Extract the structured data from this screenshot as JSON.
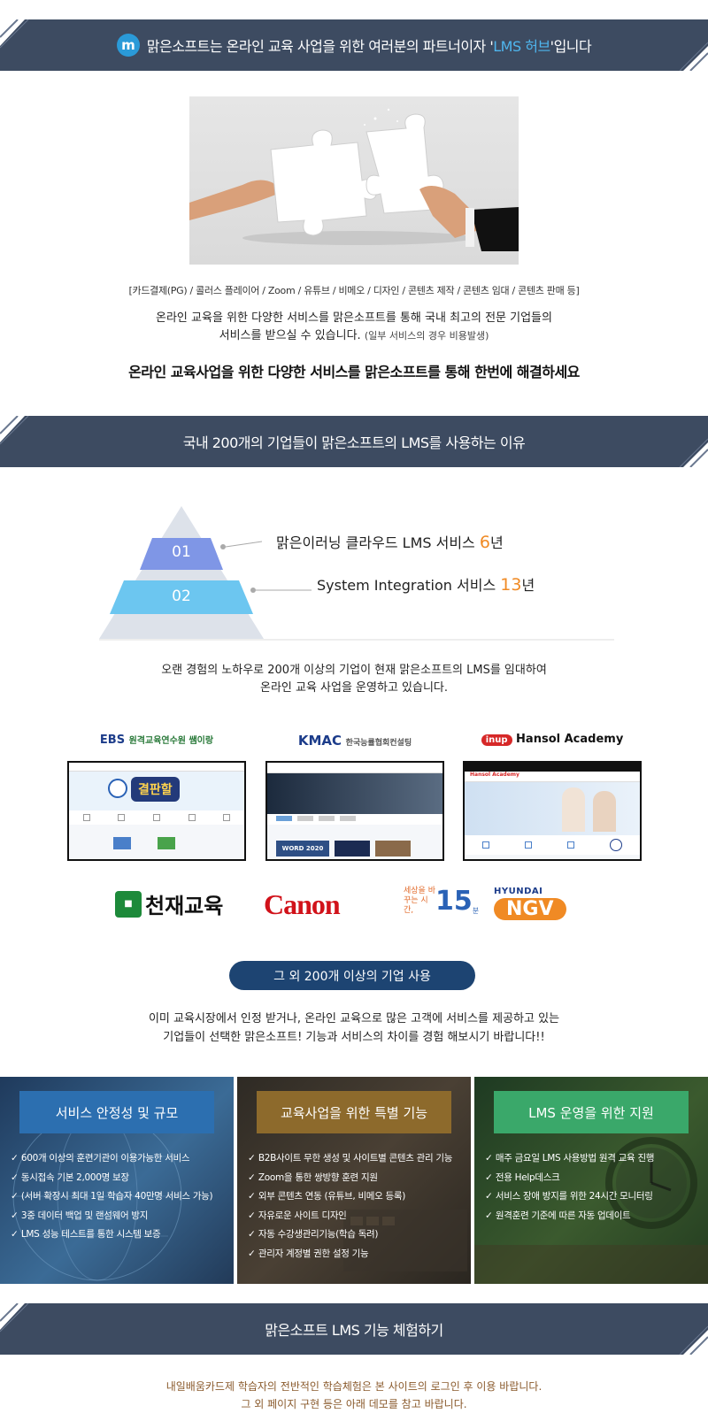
{
  "banners": {
    "intro": {
      "logo_letter": "m",
      "text_before": "맑은소프트는 온라인 교육 사업을 위한 여러분의 파트너이자 '",
      "highlight": "LMS 허브",
      "text_after": "'입니다"
    },
    "reasons": "국내 200개의 기업들이 맑은소프트의 LMS를 사용하는 이유",
    "trial": "맑은소프트 LMS 기능 체험하기"
  },
  "services": {
    "list_line": "[카드결제(PG) / 콜러스 플레이어 / Zoom / 유튜브 / 비메오 / 디자인 / 콘텐츠 제작 / 콘텐츠 임대 / 콘텐츠 판매 등]",
    "desc_line1": "온라인 교육을 위한 다양한 서비스를 맑은소프트를 통해 국내 최고의 전문 기업들의",
    "desc_line2": "서비스를 받으실 수 있습니다.",
    "desc_note": "(일부 서비스의 경우 비용발생)",
    "headline": "온라인 교육사업을 위한 다양한 서비스를 맑은소프트를 통해 한번에 해결하세요"
  },
  "pyramid": {
    "step1": {
      "num": "01",
      "text": "맑은이러닝 클라우드 LMS 서비스 ",
      "years": "6",
      "unit": "년"
    },
    "step2": {
      "num": "02",
      "text": "System Integration 서비스 ",
      "years": "13",
      "unit": "년"
    },
    "desc_line1": "오랜 경험의 노하우로 200개 이상의 기업이 현재 맑은소프트의 LMS를 임대하여",
    "desc_line2": "온라인 교육 사업을 운영하고 있습니다."
  },
  "clients": {
    "cards": [
      {
        "brand": "EBS",
        "label": "원격교육연수원 쌤이랑",
        "shot_title": "결판할"
      },
      {
        "brand": "KMAC",
        "label": "한국능률협회컨설팅",
        "shot_title": "WORD 2020"
      },
      {
        "brand": "inup",
        "label": "Hansol Academy",
        "shot_title": "Hansol Academy"
      }
    ],
    "logos": [
      "천재교육",
      "Canon",
      "세상을 바꾸는 시간,",
      "15",
      "분",
      "HYUNDAI",
      "NGV"
    ],
    "more_button": "그 외 200개 이상의 기업 사용",
    "desc_line1": "이미 교육시장에서 인정 받거나, 온라인 교육으로 많은 고객에 서비스를 제공하고 있는",
    "desc_line2": "기업들이 선택한 맑은소프트! 기능과 서비스의 차이를 경험 해보시기 바랍니다!!"
  },
  "panels": [
    {
      "title": "서비스 안정성 및 규모",
      "items": [
        "600개 이상의 훈련기관이 이용가능한 서비스",
        "동시접속 기본 2,000명 보장",
        "(서버 확장시 최대 1일 학습자 40만명 서비스 가능)",
        "3중 데이터 백업 및 랜섬웨어 방지",
        "LMS 성능 테스트를 통한 시스템 보증"
      ]
    },
    {
      "title": "교육사업을 위한 특별 기능",
      "items": [
        "B2B사이트 무한 생성 및 사이트별 콘텐츠 관리 기능",
        "Zoom을 통한 쌍방향 훈련 지원",
        "외부 콘텐츠 연동 (유튜브, 비메오 등록)",
        "자유로운 사이트 디자인",
        "자동 수강생관리기능(학습 독려)",
        "관리자 계정별 권한 설정 기능"
      ]
    },
    {
      "title": "LMS 운영을 위한 지원",
      "items": [
        "매주 금요일 LMS 사용방법 원격 교육 진행",
        "전용 Help데스크",
        "서비스 장애 방지를 위한 24시간 모니터링",
        "원격훈련 기준에 따른 자동 업데이트"
      ]
    }
  ],
  "trial_notice": {
    "line1": "내일배움카드제 학습자의 전반적인 학습체험은 본 사이트의 로그인 후 이용 바랍니다.",
    "line2": "그 외 페이지 구현 등은 아래 데모를 참고 바랍니다."
  },
  "colors": {
    "banner": "#3d4b61",
    "highlight": "#4fb6ee",
    "accent_orange": "#f08a24",
    "pill": "#1d4472",
    "panel1_title": "#2c6fb0",
    "panel2_title": "#8d6a2c",
    "panel3_title": "#3aa86a",
    "notice_text": "#8a5a2c"
  }
}
